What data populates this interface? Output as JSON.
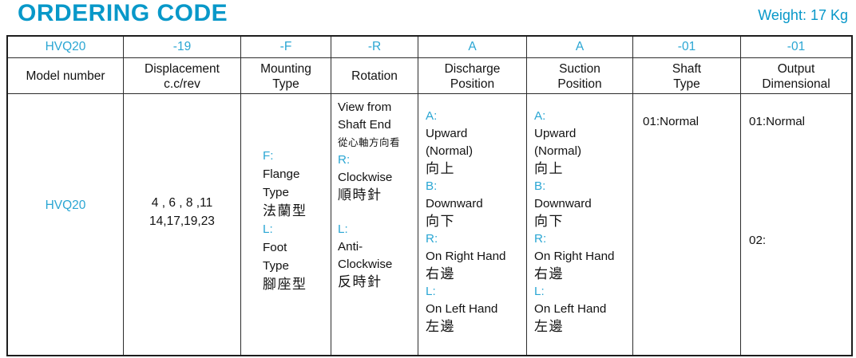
{
  "title": "ORDERING CODE",
  "weight": "Weight: 17 Kg",
  "colors": {
    "title_accent": "#0898c9",
    "table_accent": "#2aa6d3",
    "ink": "#121212",
    "border": "#2c2c2c"
  },
  "table": {
    "columns": [
      {
        "key": "model",
        "code": "HVQ20",
        "header": "Model number",
        "body": [
          {
            "text": "HVQ20",
            "accent": true
          }
        ]
      },
      {
        "key": "displacement",
        "code": "-19",
        "header": "Displacement\nc.c/rev",
        "body": [
          {
            "text": "4 , 6 , 8 ,11"
          },
          {
            "text": "14,17,19,23"
          }
        ]
      },
      {
        "key": "mounting",
        "code": "-F",
        "header": "Mounting\nType",
        "body": [
          {
            "text": "F:",
            "accent": true
          },
          {
            "text": "Flange"
          },
          {
            "text": "Type"
          },
          {
            "text": "法蘭型",
            "cjk": true
          },
          {
            "text": "L:",
            "accent": true
          },
          {
            "text": "Foot"
          },
          {
            "text": "Type"
          },
          {
            "text": "腳座型",
            "cjk": true
          }
        ]
      },
      {
        "key": "rotation",
        "code": "-R",
        "header": "Rotation",
        "body": [
          {
            "text": "View from"
          },
          {
            "text": "Shaft End"
          },
          {
            "text": "從心軸方向看",
            "cjk_small": true
          },
          {
            "text": "R:",
            "accent": true
          },
          {
            "text": "Clockwise"
          },
          {
            "text": "順時針",
            "cjk": true
          },
          {
            "text": "L:",
            "accent": true,
            "gap": 21
          },
          {
            "text": "Anti-"
          },
          {
            "text": "Clockwise"
          },
          {
            "text": "反時針",
            "cjk": true
          }
        ]
      },
      {
        "key": "discharge",
        "code": "A",
        "header": "Discharge\nPosition",
        "body": [
          {
            "text": "A:",
            "accent": true
          },
          {
            "text": "Upward"
          },
          {
            "text": "(Normal)"
          },
          {
            "text": "向上",
            "cjk": true
          },
          {
            "text": "B:",
            "accent": true
          },
          {
            "text": "Downward"
          },
          {
            "text": "向下",
            "cjk": true
          },
          {
            "text": "R:",
            "accent": true
          },
          {
            "text": "On Right Hand"
          },
          {
            "text": "右邊",
            "cjk": true
          },
          {
            "text": "L:",
            "accent": true
          },
          {
            "text": "On Left Hand"
          },
          {
            "text": "左邊",
            "cjk": true
          }
        ]
      },
      {
        "key": "suction",
        "code": "A",
        "header": "Suction\nPosition",
        "body": [
          {
            "text": "A:",
            "accent": true
          },
          {
            "text": "Upward"
          },
          {
            "text": "(Normal)"
          },
          {
            "text": "向上",
            "cjk": true
          },
          {
            "text": "B:",
            "accent": true
          },
          {
            "text": "Downward"
          },
          {
            "text": "向下",
            "cjk": true
          },
          {
            "text": "R:",
            "accent": true
          },
          {
            "text": "On Right Hand"
          },
          {
            "text": "右邊",
            "cjk": true
          },
          {
            "text": "L:",
            "accent": true
          },
          {
            "text": "On Left Hand"
          },
          {
            "text": "左邊",
            "cjk": true
          }
        ]
      },
      {
        "key": "shaft",
        "code": "-01",
        "header": "Shaft\nType",
        "body": [
          {
            "text": "01:Normal"
          }
        ]
      },
      {
        "key": "output",
        "code": "-01",
        "header": "Output\nDimensional",
        "body": [
          {
            "text": "01:Normal"
          },
          {
            "text": "02:",
            "gap": 127
          }
        ]
      }
    ]
  }
}
